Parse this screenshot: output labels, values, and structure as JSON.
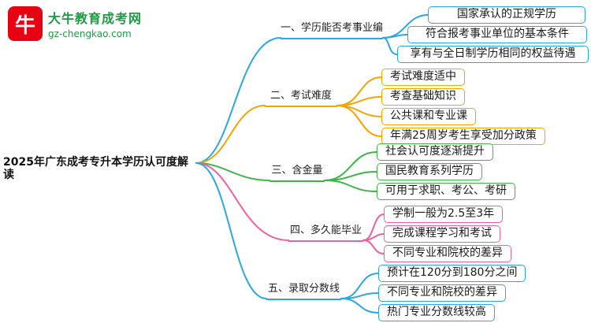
{
  "logo": {
    "brand": "大牛教育成考网",
    "domain": "gz-chengkao.com",
    "icon": "bull-icon",
    "icon_glyph": "牛",
    "icon_color": "#e60012",
    "text_color": "#1f9a44"
  },
  "root": {
    "title": "2025年广东成考专升本学历认可度解读"
  },
  "colors": {
    "blue": "#2ba7e0",
    "orange": "#f5a300",
    "green": "#3eb449",
    "pink": "#f0609e"
  },
  "branches": [
    {
      "label": "一、学历能否考事业编",
      "color": "#2ba7e0",
      "children": [
        "国家承认的正规学历",
        "符合报考事业单位的基本条件",
        "享有与全日制学历相同的权益待遇"
      ]
    },
    {
      "label": "二、考试难度",
      "color": "#f5a300",
      "children": [
        "考试难度适中",
        "考查基础知识",
        "公共课和专业课",
        "年满25周岁考生享受加分政策"
      ]
    },
    {
      "label": "三、含金量",
      "color": "#3eb449",
      "children": [
        "社会认可度逐渐提升",
        "国民教育系列学历",
        "可用于求职、考公、考研"
      ]
    },
    {
      "label": "四、多久能毕业",
      "color": "#f0609e",
      "children": [
        "学制一般为2.5至3年",
        "完成课程学习和考试",
        "不同专业和院校的差异"
      ]
    },
    {
      "label": "五、录取分数线",
      "color": "#2ba7e0",
      "children": [
        "预计在120分到180分之间",
        "不同专业和院校的差异",
        "热门专业分数线较高"
      ]
    }
  ]
}
